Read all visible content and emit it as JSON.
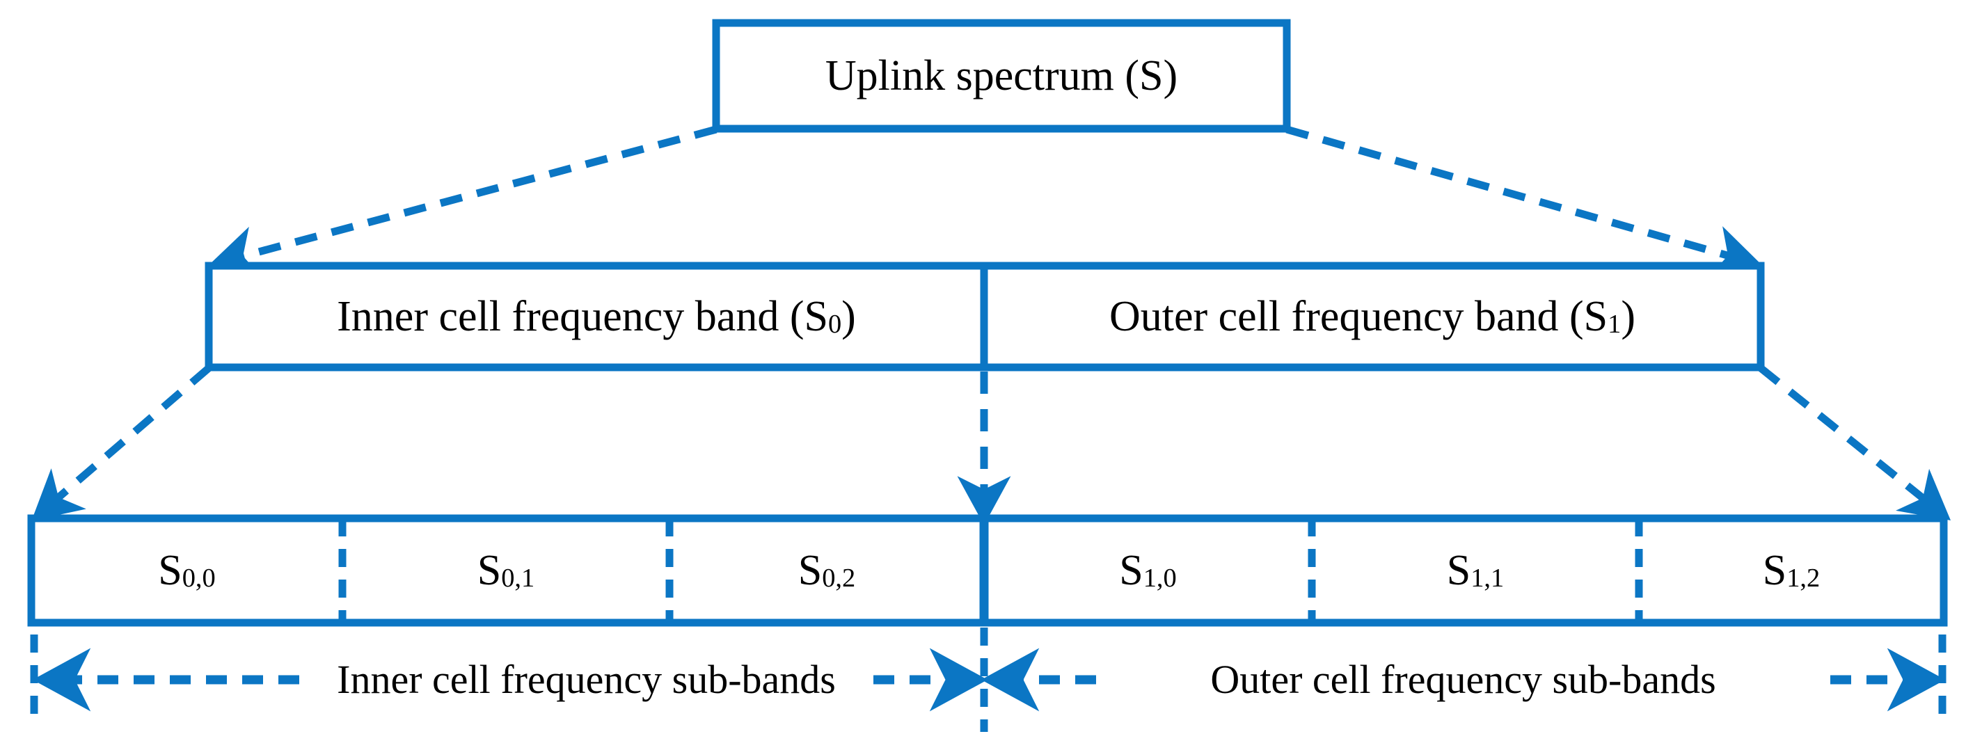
{
  "diagram": {
    "title": "Uplink spectrum partitioning into inner and outer cell frequency bands and sub-bands",
    "colors": {
      "line": "#0b76c4",
      "text": "#000000",
      "background": "#ffffff"
    },
    "tier1": {
      "label_prefix": "Uplink spectrum (S",
      "label_sub": "",
      "label_suffix": ")",
      "full_label": "Uplink spectrum (S)"
    },
    "tier2": [
      {
        "id": "inner-band",
        "prefix": "Inner cell frequency band (S",
        "sub": "0",
        "suffix": ")",
        "full_label": "Inner cell frequency band (S0)"
      },
      {
        "id": "outer-band",
        "prefix": "Outer cell frequency band (S",
        "sub": "1",
        "suffix": ")",
        "full_label": "Outer cell frequency band (S1)"
      }
    ],
    "subbands": [
      {
        "id": "s00",
        "prefix": "S",
        "sub": "0,0",
        "full_label": "S0,0",
        "group": "inner"
      },
      {
        "id": "s01",
        "prefix": "S",
        "sub": "0,1",
        "full_label": "S0,1",
        "group": "inner"
      },
      {
        "id": "s02",
        "prefix": "S",
        "sub": "0,2",
        "full_label": "S0,2",
        "group": "inner"
      },
      {
        "id": "s10",
        "prefix": "S",
        "sub": "1,0",
        "full_label": "S1,0",
        "group": "outer"
      },
      {
        "id": "s11",
        "prefix": "S",
        "sub": "1,1",
        "full_label": "S1,1",
        "group": "outer"
      },
      {
        "id": "s12",
        "prefix": "S",
        "sub": "1,2",
        "full_label": "S1,2",
        "group": "outer"
      }
    ],
    "captions": [
      {
        "id": "inner-caption",
        "label": "Inner cell frequency sub-bands"
      },
      {
        "id": "outer-caption",
        "label": "Outer cell frequency sub-bands"
      }
    ]
  }
}
